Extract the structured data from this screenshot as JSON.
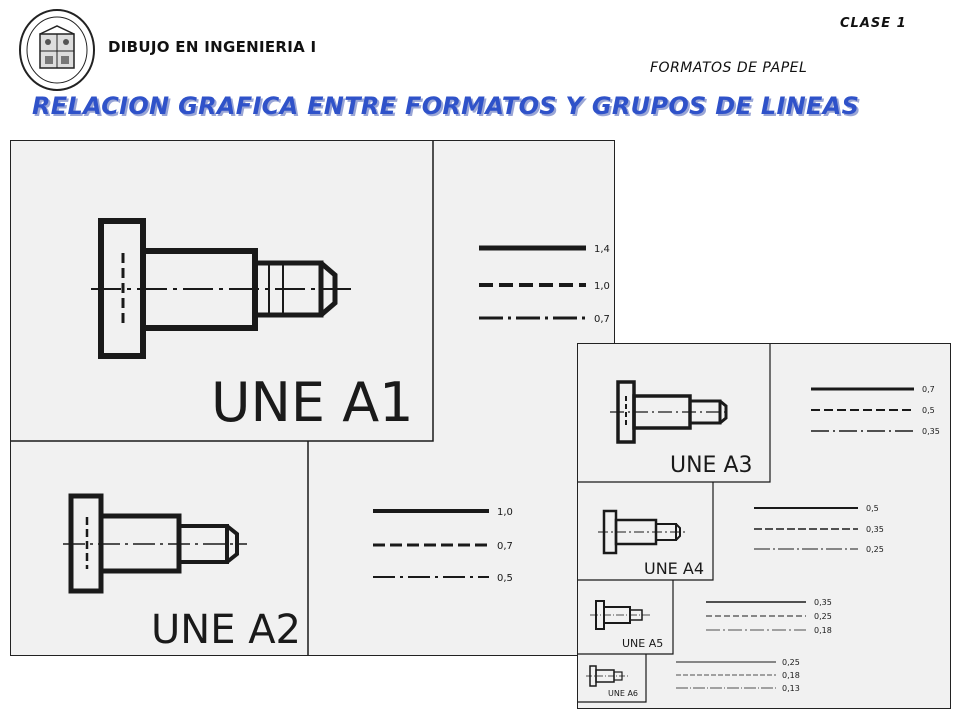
{
  "header": {
    "course": "DIBUJO EN INGENIERIA I",
    "clase": "CLASE 1",
    "subtitle": "FORMATOS DE PAPEL",
    "title": "RELACION GRAFICA ENTRE FORMATOS Y GRUPOS DE LINEAS"
  },
  "colors": {
    "title": "#2f52c9",
    "title_shadow": "#9aa6d6",
    "ink": "#1a1a1a",
    "paper": "#f1f1f1"
  },
  "logo": {
    "icon": "university-seal-icon"
  },
  "formats": [
    {
      "name": "UNE A1",
      "lines": [
        "1,4",
        "1,0",
        "0,7"
      ]
    },
    {
      "name": "UNE A2",
      "lines": [
        "1,0",
        "0,7",
        "0,5"
      ]
    },
    {
      "name": "UNE A3",
      "lines": [
        "0,7",
        "0,5",
        "0,35"
      ]
    },
    {
      "name": "UNE A4",
      "lines": [
        "0,5",
        "0,35",
        "0,25"
      ]
    },
    {
      "name": "UNE A5",
      "lines": [
        "0,35",
        "0,25",
        "0,18"
      ]
    },
    {
      "name": "UNE A6",
      "lines": [
        "0,25",
        "0,18",
        "0,13"
      ]
    }
  ]
}
